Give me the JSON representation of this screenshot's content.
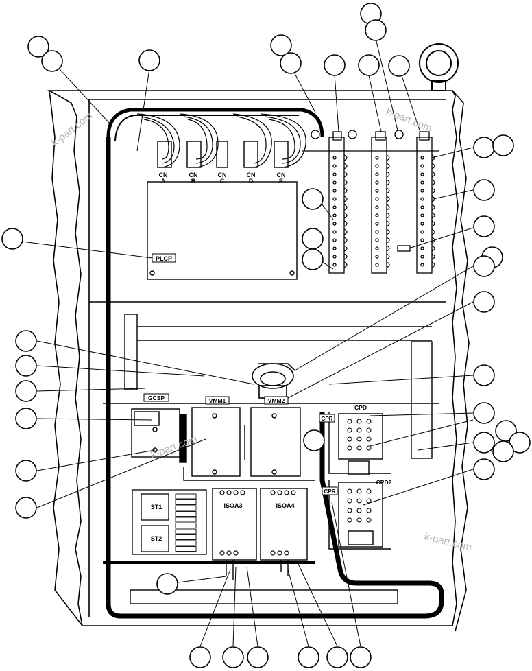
{
  "labels": {
    "cn_a_top": "CN",
    "cn_a": "A",
    "cn_b_top": "CN",
    "cn_b": "B",
    "cn_c_top": "CN",
    "cn_c": "C",
    "cn_d_top": "CN",
    "cn_d": "D",
    "cn_e_top": "CN",
    "cn_e": "E",
    "plcp": "PLCP",
    "gcsp": "GCSP",
    "vmm1": "VMM1",
    "vmm2": "VMM2",
    "cpr": "CPR",
    "cpd": "CPD",
    "cpd2": "CPD2",
    "cpr2": "CPR",
    "isoa3": "ISOA3",
    "isoa4": "ISOA4",
    "st1": "ST1",
    "st2": "ST2"
  },
  "watermarks": [
    "k-part.com",
    "k-part.com",
    "k-part.com",
    "k-part.com"
  ],
  "colors": {
    "line": "#000000",
    "background": "#ffffff",
    "watermark": "#b4b4b4"
  }
}
